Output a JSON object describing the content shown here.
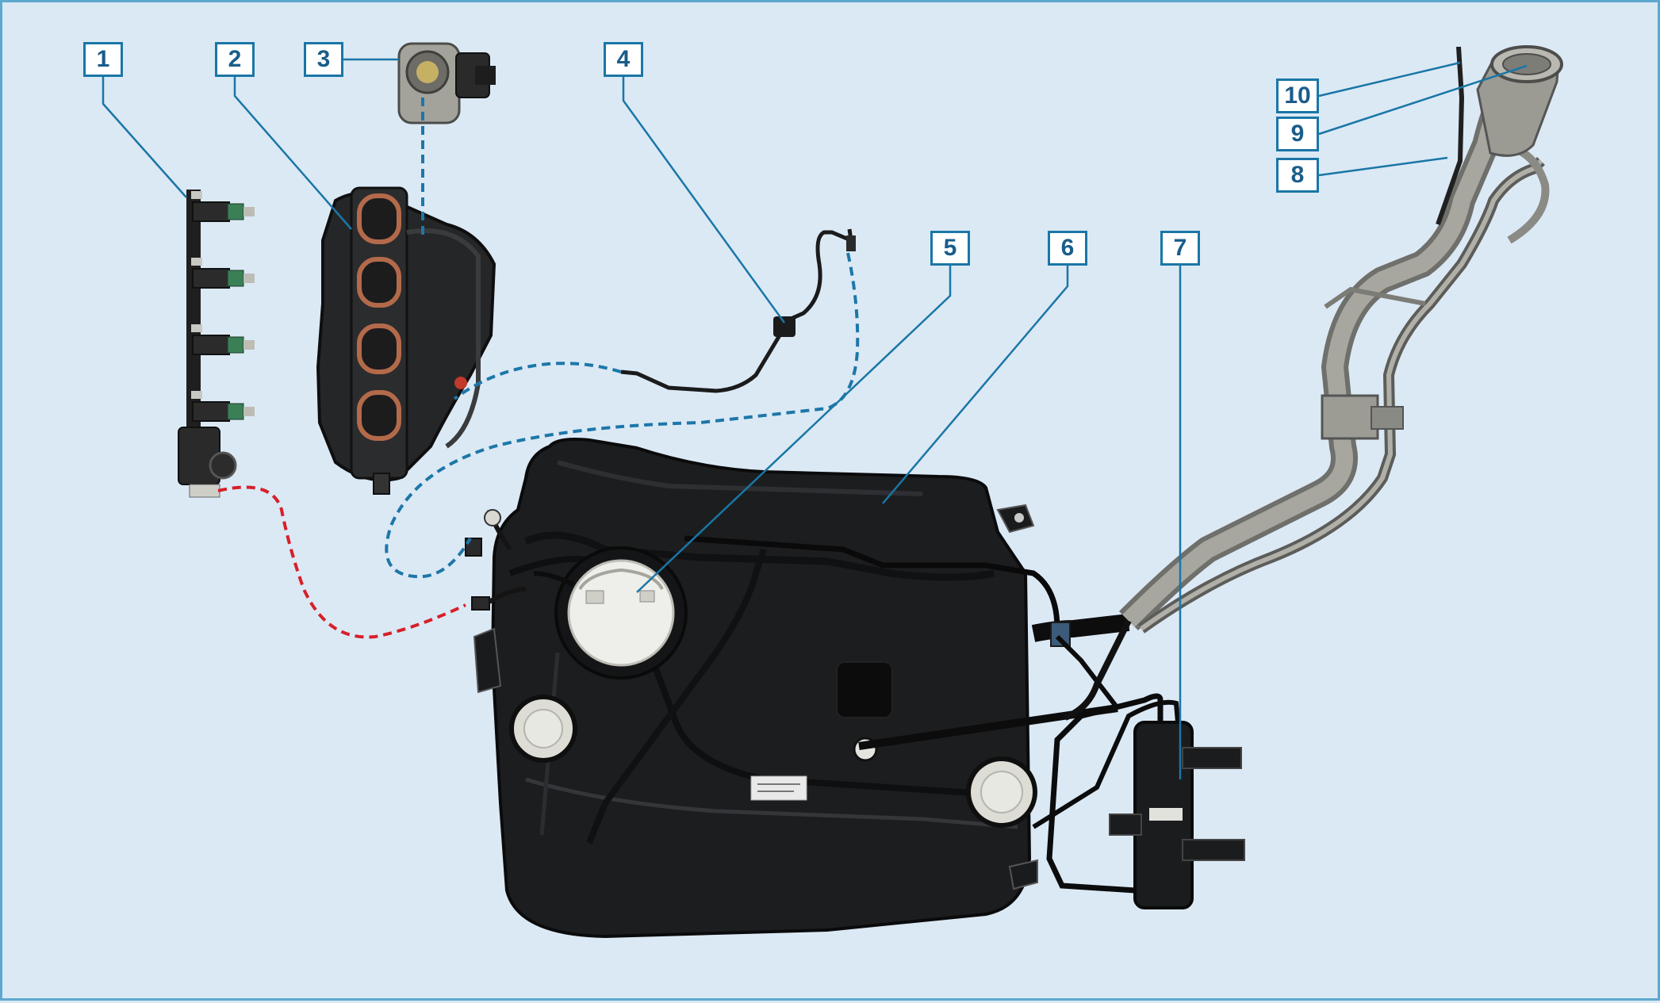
{
  "figure": {
    "background_color": "#dbe9f5",
    "border_color": "#5ea8cf",
    "callout_color": "#1a76a6",
    "fuel_line_color": "#1d77a8",
    "vapor_line_color": "#d6202a",
    "callouts": [
      {
        "id": "1",
        "label": "1",
        "part": "fuel-rail-with-injectors"
      },
      {
        "id": "2",
        "label": "2",
        "part": "intake-manifold"
      },
      {
        "id": "3",
        "label": "3",
        "part": "throttle-body"
      },
      {
        "id": "4",
        "label": "4",
        "part": "purge-valve-and-line"
      },
      {
        "id": "5",
        "label": "5",
        "part": "fuel-pump-module"
      },
      {
        "id": "6",
        "label": "6",
        "part": "fuel-tank"
      },
      {
        "id": "7",
        "label": "7",
        "part": "carbon-canister"
      },
      {
        "id": "8",
        "label": "8",
        "part": "filler-neck-vent-tube"
      },
      {
        "id": "9",
        "label": "9",
        "part": "filler-neck"
      },
      {
        "id": "10",
        "label": "10",
        "part": "filler-neck-breather"
      }
    ]
  }
}
